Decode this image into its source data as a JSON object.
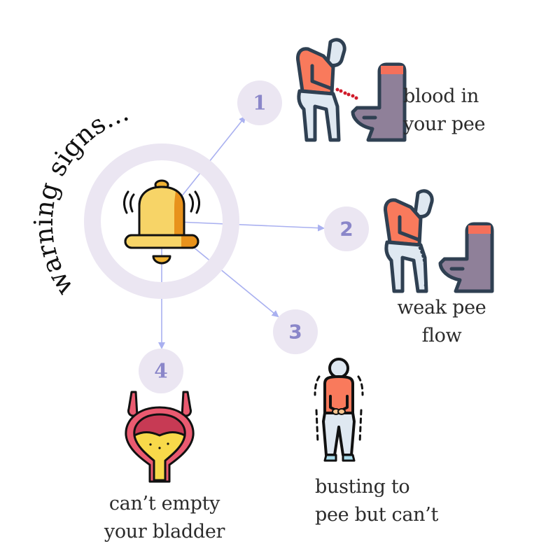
{
  "title": "warning signs...",
  "colors": {
    "ring": "#ebe6f2",
    "badge": "#ebe6f2",
    "badge_text": "#8a86c9",
    "arrow": "#a9b0f0",
    "bell_light": "#f7d467",
    "bell_dark": "#e8921c",
    "shirt": "#f97a5c",
    "pants": "#dfe8f1",
    "toilet": "#8f8099",
    "toilet_lid": "#f5705a",
    "outline": "#2f4052",
    "bladder_wall": "#ea5a70",
    "bladder_inner": "#c73a54",
    "urine": "#f8d94a"
  },
  "center_icon": "bell-ringing-icon",
  "signs": [
    {
      "number": "1",
      "icon": "person-peeing-blood-icon",
      "lines": [
        "blood in",
        "your pee"
      ]
    },
    {
      "number": "2",
      "icon": "person-weak-flow-icon",
      "lines": [
        "weak pee",
        "flow"
      ]
    },
    {
      "number": "3",
      "icon": "person-holding-urge-icon",
      "lines": [
        "busting to",
        "pee but can’t"
      ]
    },
    {
      "number": "4",
      "icon": "bladder-icon",
      "lines": [
        "can’t empty",
        "your bladder"
      ]
    }
  ]
}
